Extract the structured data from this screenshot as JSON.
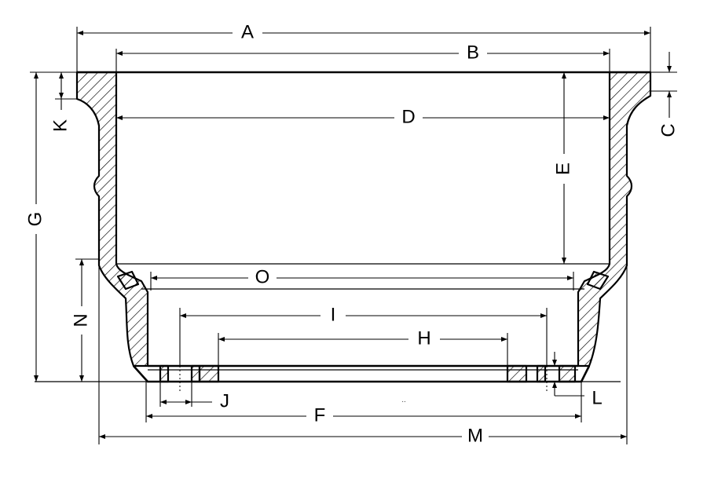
{
  "drawing": {
    "labels": {
      "A": "A",
      "B": "B",
      "C": "C",
      "D": "D",
      "E": "E",
      "F": "F",
      "G": "G",
      "H": "H",
      "I": "I",
      "J": "J",
      "K": "K",
      "L": "L",
      "M": "M",
      "N": "N",
      "O": "O"
    },
    "stray_mark": ".."
  }
}
